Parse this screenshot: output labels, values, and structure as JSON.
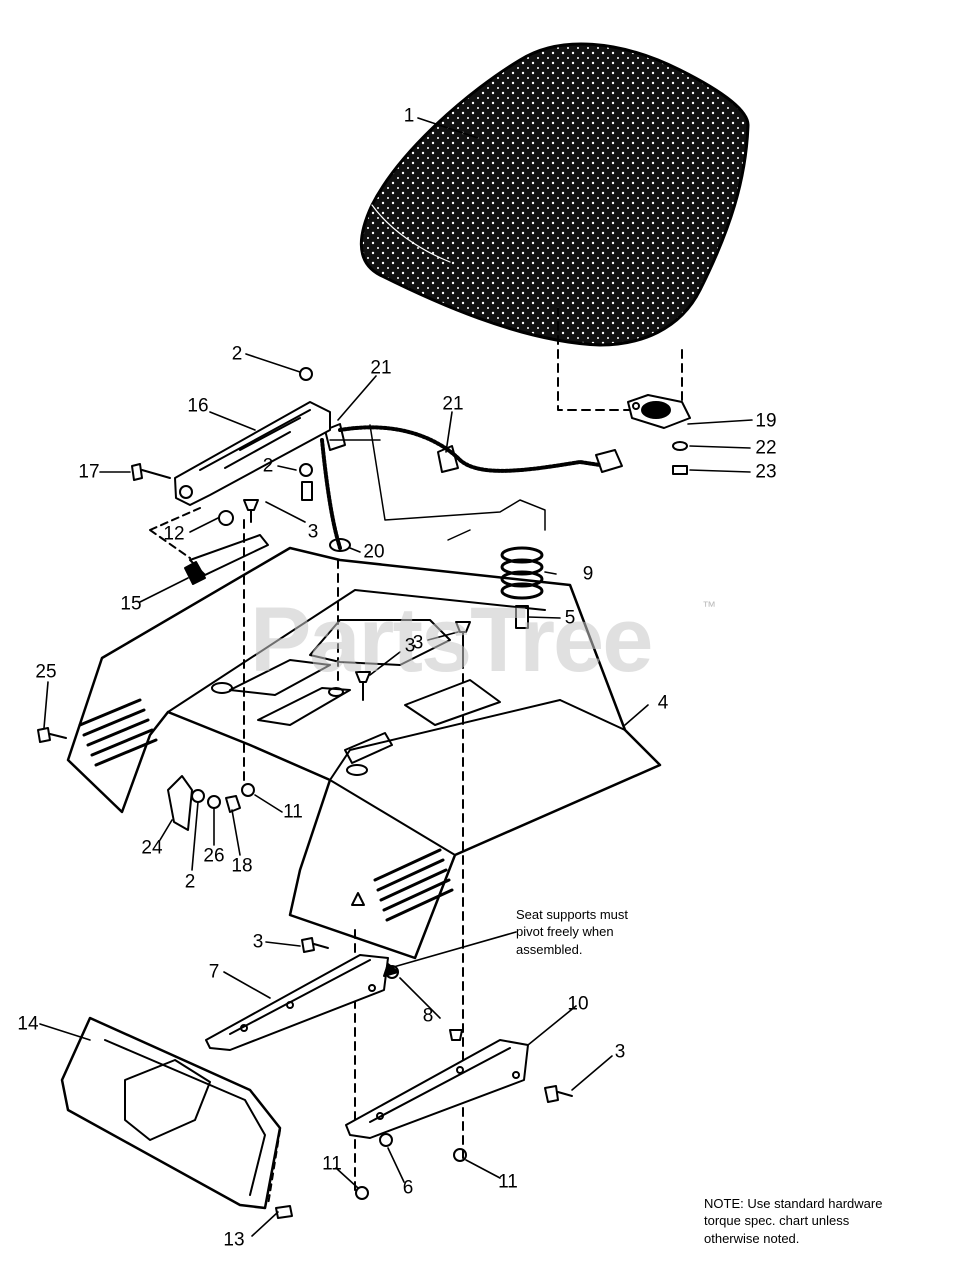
{
  "watermark": {
    "text": "PartsTree",
    "tm": "™"
  },
  "callouts": [
    {
      "id": "c1",
      "label": "1"
    },
    {
      "id": "c2a",
      "label": "2"
    },
    {
      "id": "c2b",
      "label": "2"
    },
    {
      "id": "c2c",
      "label": "2"
    },
    {
      "id": "c3a",
      "label": "3"
    },
    {
      "id": "c3b",
      "label": "3"
    },
    {
      "id": "c3c",
      "label": "3"
    },
    {
      "id": "c3d",
      "label": "3"
    },
    {
      "id": "c3e",
      "label": "3"
    },
    {
      "id": "c4",
      "label": "4"
    },
    {
      "id": "c5",
      "label": "5"
    },
    {
      "id": "c6",
      "label": "6"
    },
    {
      "id": "c7",
      "label": "7"
    },
    {
      "id": "c8",
      "label": "8"
    },
    {
      "id": "c9",
      "label": "9"
    },
    {
      "id": "c10",
      "label": "10"
    },
    {
      "id": "c11a",
      "label": "11"
    },
    {
      "id": "c11b",
      "label": "11"
    },
    {
      "id": "c11c",
      "label": "11"
    },
    {
      "id": "c12",
      "label": "12"
    },
    {
      "id": "c13",
      "label": "13"
    },
    {
      "id": "c14",
      "label": "14"
    },
    {
      "id": "c15",
      "label": "15"
    },
    {
      "id": "c16",
      "label": "16"
    },
    {
      "id": "c17",
      "label": "17"
    },
    {
      "id": "c18",
      "label": "18"
    },
    {
      "id": "c19",
      "label": "19"
    },
    {
      "id": "c20",
      "label": "20"
    },
    {
      "id": "c21a",
      "label": "21"
    },
    {
      "id": "c21b",
      "label": "21"
    },
    {
      "id": "c22",
      "label": "22"
    },
    {
      "id": "c23",
      "label": "23"
    },
    {
      "id": "c24",
      "label": "24"
    },
    {
      "id": "c25",
      "label": "25"
    },
    {
      "id": "c26",
      "label": "26"
    }
  ],
  "notes": {
    "seat_supports": "Seat supports must\npivot freely when\nassembled.",
    "hardware": "NOTE: Use standard hardware\ntorque spec. chart unless\notherwise noted."
  }
}
